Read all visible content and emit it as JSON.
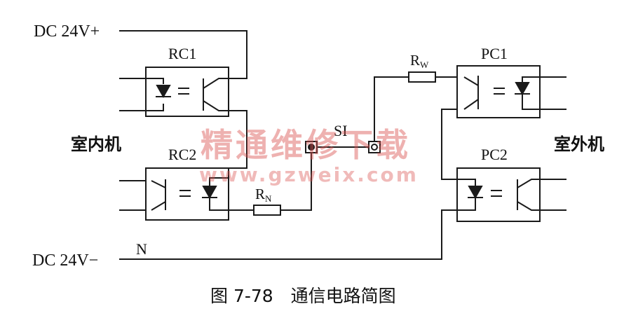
{
  "labels": {
    "dc_plus": "DC 24V+",
    "dc_minus": "DC 24V−",
    "n": "N",
    "indoor": "室内机",
    "outdoor": "室外机",
    "rc1": "RC1",
    "rc2": "RC2",
    "pc1": "PC1",
    "pc2": "PC2",
    "si": "SI",
    "rn_main": "R",
    "rn_sub": "N",
    "rw_main": "R",
    "rw_sub": "W"
  },
  "caption": "图 7-78　通信电路简图",
  "watermark": {
    "cn": "精通维修下载",
    "url": "www.gzweix.com",
    "color": "#d9534f"
  }
}
